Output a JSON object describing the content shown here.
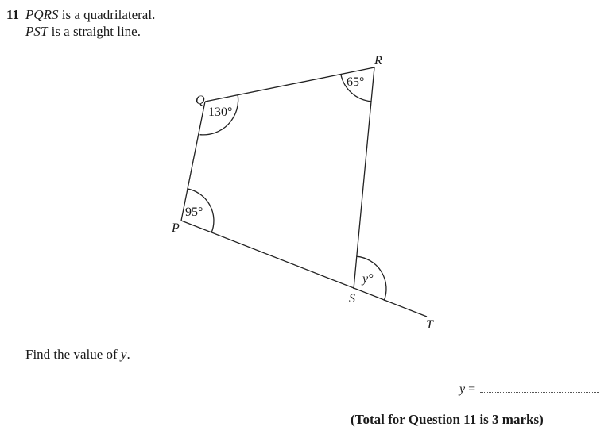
{
  "question": {
    "number": "11",
    "line1_name": "PQRS",
    "line1_rest": " is a quadrilateral.",
    "line2_name": "PST",
    "line2_rest": " is a straight line."
  },
  "figure": {
    "vertex_labels": {
      "P": "P",
      "Q": "Q",
      "R": "R",
      "S": "S",
      "T": "T"
    },
    "angle_labels": {
      "Q": "130°",
      "R": "65°",
      "P": "95°",
      "exterior_S": "y°"
    }
  },
  "prompt": {
    "find_prefix": "Find the value of ",
    "find_var": "y",
    "find_suffix": "."
  },
  "answer": {
    "var": "y",
    "equals": " ="
  },
  "total": {
    "text": "(Total for Question 11 is 3 marks)"
  }
}
